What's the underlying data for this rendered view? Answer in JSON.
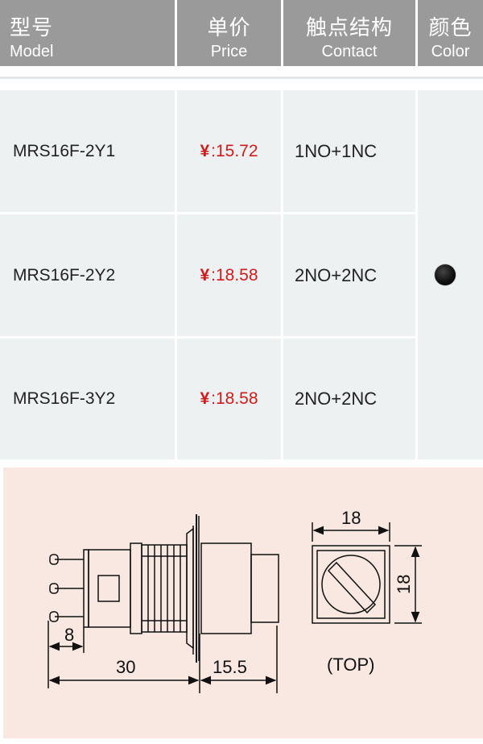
{
  "header": {
    "model_zh": "型号",
    "model_en": "Model",
    "price_zh": "单价",
    "price_en": "Price",
    "contact_zh": "触点结构",
    "contact_en": "Contact",
    "color_zh": "颜色",
    "color_en": "Color"
  },
  "rows": [
    {
      "model": "MRS16F-2Y1",
      "currency": "¥",
      "price": ":15.72",
      "contact": "1NO+1NC"
    },
    {
      "model": "MRS16F-2Y2",
      "currency": "¥",
      "price": ":18.58",
      "contact": "2NO+2NC"
    },
    {
      "model": "MRS16F-3Y2",
      "currency": "¥",
      "price": ":18.58",
      "contact": "2NO+2NC"
    }
  ],
  "color_swatch": "#111111",
  "drawing": {
    "dim_terminal": "8",
    "dim_body": "30",
    "dim_cap": "15.5",
    "dim_top_width": "18",
    "dim_top_height": "18",
    "top_label": "(TOP)"
  }
}
